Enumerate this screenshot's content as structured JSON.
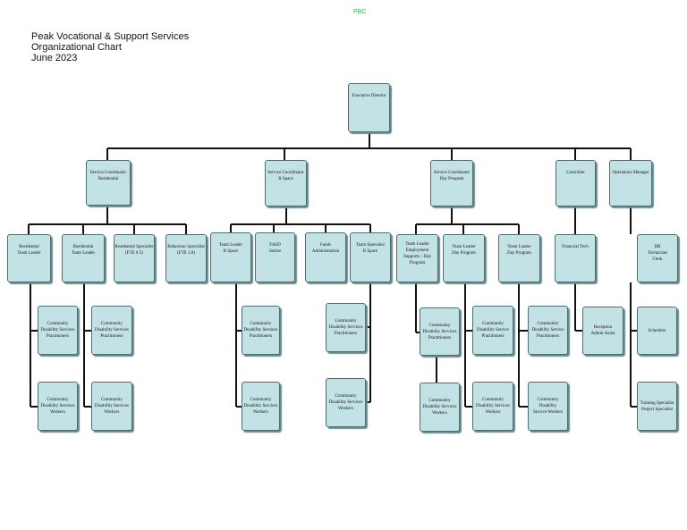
{
  "watermark": "PBC",
  "header": {
    "company": "Peak Vocational & Support Services",
    "doc_title": "Organizational Chart",
    "date": "June 2023"
  },
  "nodes": {
    "exec": [
      "Executive Director"
    ],
    "sc_res": [
      "Service Coordinator",
      "Residential"
    ],
    "sc_space": [
      "Service Coordinator",
      "R Space"
    ],
    "sc_day": [
      "Service Coordinator",
      "Day Program"
    ],
    "controller": [
      "Controller"
    ],
    "ops": [
      "Operations Manager"
    ],
    "res_tl1": [
      "Residential",
      "Team Leader"
    ],
    "res_tl2": [
      "Residential",
      "Team Leader"
    ],
    "res_spec": [
      "Residential Specialist",
      "(FTE 0.5)"
    ],
    "beh_spec": [
      "Behaviour Specialist",
      "(FTE 1.0)"
    ],
    "tl_space": [
      "Team Leader",
      "R Space"
    ],
    "fasd": [
      "FASD",
      "Justice"
    ],
    "funds": [
      "Funds",
      "Administration"
    ],
    "ts_space": [
      "Team Specialist",
      "R Space"
    ],
    "tl_emp": [
      "Team Leader",
      "Employment",
      "Supports – Day",
      "Program"
    ],
    "tl_day1": [
      "Team Leader",
      "Day Program"
    ],
    "tl_day2": [
      "Team Leader",
      "Day Program"
    ],
    "fin_tech": [
      "Financial Tech"
    ],
    "hr": [
      "HR",
      "Technician",
      "Clerk"
    ],
    "c_r1a": [
      "Community",
      "Disability Services",
      "Practitioners"
    ],
    "c_r1b": [
      "Community",
      "Disability Services",
      "Workers"
    ],
    "c_r2a": [
      "Community",
      "Disability Services",
      "Practitioners"
    ],
    "c_r2b": [
      "Community",
      "Disability Services",
      "Workers"
    ],
    "c_spa": [
      "Community",
      "Disability Services",
      "Practitioners"
    ],
    "c_spb": [
      "Community",
      "Disability Services",
      "Workers"
    ],
    "c_tsa": [
      "Community",
      "Disability Services",
      "Practitioners"
    ],
    "c_tsb": [
      "Community",
      "Disability Services",
      "Workers"
    ],
    "c_ema": [
      "Community",
      "Disability Services",
      "Practitioners"
    ],
    "c_emb": [
      "Community",
      "Disability Services",
      "Workers"
    ],
    "c_d1a": [
      "Community",
      "Disability Service",
      "Practitioners"
    ],
    "c_d1b": [
      "Community",
      "Disability Services",
      "Workers"
    ],
    "c_d2a": [
      "Community",
      "Disability Service",
      "Practitioners"
    ],
    "c_d2b": [
      "Community",
      "Disability",
      "Service Workers"
    ],
    "reception": [
      "Reception",
      "Admin Assist"
    ],
    "scheduler": [
      "Scheduler"
    ],
    "training": [
      "Training Specialist",
      "Project Specialist"
    ]
  }
}
